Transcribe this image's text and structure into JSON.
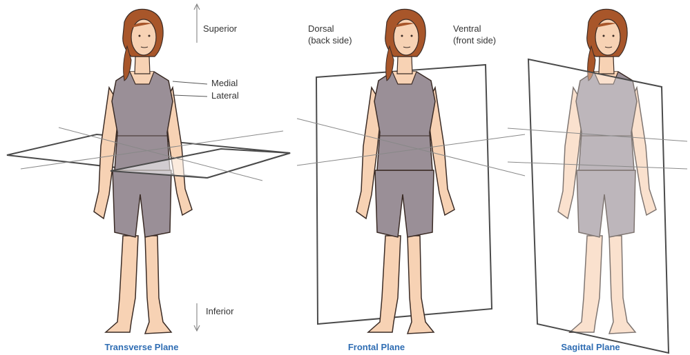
{
  "labels": {
    "superior": "Superior",
    "medial": "Medial",
    "lateral": "Lateral",
    "inferior": "Inferior",
    "dorsal_line1": "Dorsal",
    "dorsal_line2": "(back side)",
    "ventral_line1": "Ventral",
    "ventral_line2": "(front side)"
  },
  "captions": {
    "transverse": "Transverse Plane",
    "frontal": "Frontal Plane",
    "sagittal": "Sagittal Plane"
  },
  "colors": {
    "skin": "#f7d2b4",
    "outfit": "#9a8f97",
    "hair": "#a8562a",
    "outline": "#3a2b25",
    "plane": "#4a4a4a",
    "caption": "#2f6db3"
  }
}
